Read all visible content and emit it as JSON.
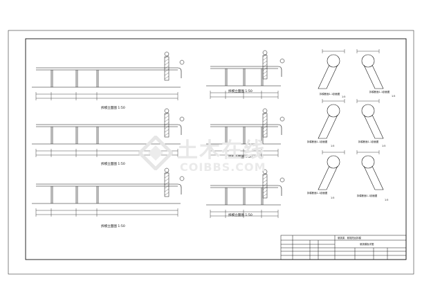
{
  "watermark": {
    "main": "土木在线",
    "sub": "COIBBS.COM"
  },
  "elevations": [
    {
      "id": "e1",
      "caption": "拆模立面图 1:50"
    },
    {
      "id": "e2",
      "caption": "拆模立面图 1:50"
    },
    {
      "id": "e3",
      "caption": "拆模立面图 1:50"
    },
    {
      "id": "e4",
      "caption": "拆模立面图 1:50"
    },
    {
      "id": "e5",
      "caption": "拆模立面图 1:50"
    },
    {
      "id": "e6",
      "caption": "拆模立面图 1:50"
    }
  ],
  "sections": [
    {
      "id": "s1",
      "caption": "拆模断面1-1剖面图",
      "scale": "1:5"
    },
    {
      "id": "s2",
      "caption": "拆模断面1-1剖面图",
      "scale": "1:5"
    },
    {
      "id": "s3",
      "caption": "拆模断面1-1剖面图",
      "scale": "1:5"
    },
    {
      "id": "s4",
      "caption": "拆模断面1-1剖面图",
      "scale": "1:5"
    },
    {
      "id": "s5",
      "caption": "拆模断面1-1剖面图",
      "scale": "1:5"
    },
    {
      "id": "s6",
      "caption": "拆模断面1-1剖面图",
      "scale": "1:5"
    }
  ],
  "title_block": {
    "project": "悬挑梁、悬挑阳台拆模",
    "drawing": "悬挑模板详图"
  }
}
